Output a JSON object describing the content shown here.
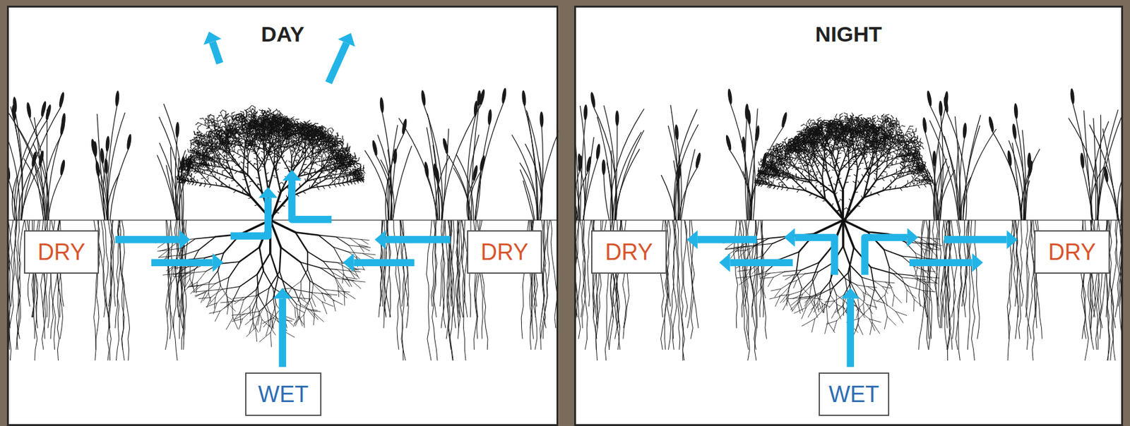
{
  "diagram": {
    "nodes": [
      {
        "text": [
          "DAY"
        ]
      },
      {
        "text": [
          "DRY"
        ],
        "in": 0
      },
      {
        "text": [
          "DRY"
        ],
        "in": 0
      },
      {
        "text": [
          "WET"
        ],
        "in": 0
      },
      {
        "text": [
          "NIGHT"
        ]
      },
      {
        "text": [
          "DRY"
        ],
        "in": 4
      },
      {
        "text": [
          "DRY"
        ],
        "in": 4
      },
      {
        "text": [
          "WET"
        ],
        "in": 4
      }
    ]
  }
}
